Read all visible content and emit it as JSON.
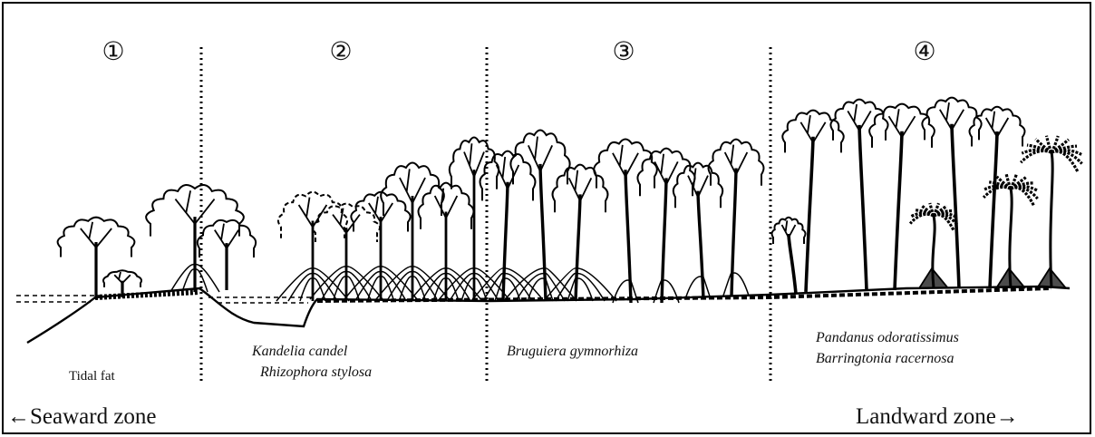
{
  "zones": [
    {
      "number": "①",
      "label": "Tidal fat"
    },
    {
      "number": "②",
      "species": [
        "Kandelia candel",
        "Rhizophora stylosa"
      ]
    },
    {
      "number": "③",
      "species": [
        "Bruguiera gymnorhiza"
      ]
    },
    {
      "number": "④",
      "species": [
        "Pandanus odoratissimus",
        "Barringtonia racernosa"
      ]
    }
  ],
  "directions": {
    "seaward": "←Seaward zone",
    "landward": "Landward zone→"
  }
}
